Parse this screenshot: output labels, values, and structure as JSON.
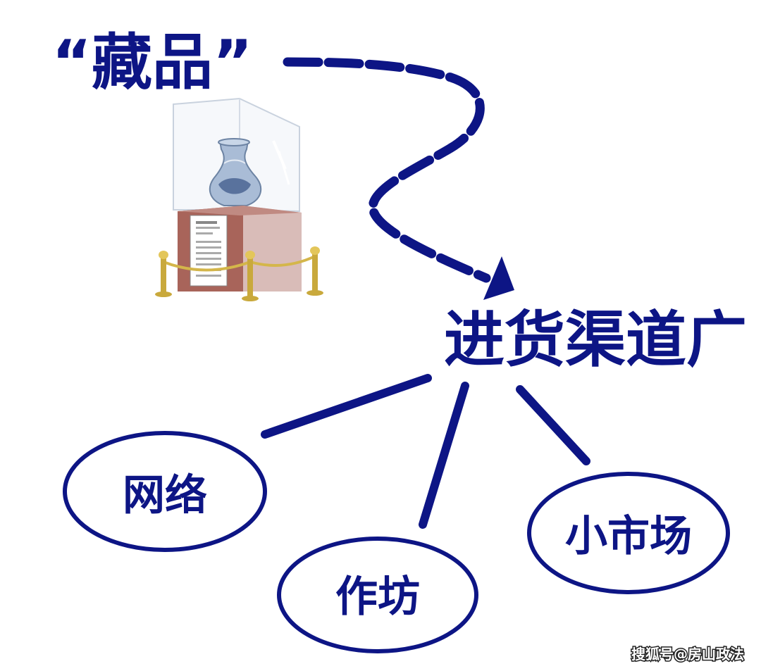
{
  "colors": {
    "primary": "#0d1585",
    "background": "#ffffff"
  },
  "diagram": {
    "source_label": "“藏品”",
    "center_label": "进货渠道广",
    "nodes": [
      {
        "id": "network",
        "label": "网络"
      },
      {
        "id": "workshop",
        "label": "作坊"
      },
      {
        "id": "small_market",
        "label": "小市场"
      }
    ],
    "illustration": "museum-display-case-with-vase"
  },
  "watermark": "搜狐号@房山政法"
}
